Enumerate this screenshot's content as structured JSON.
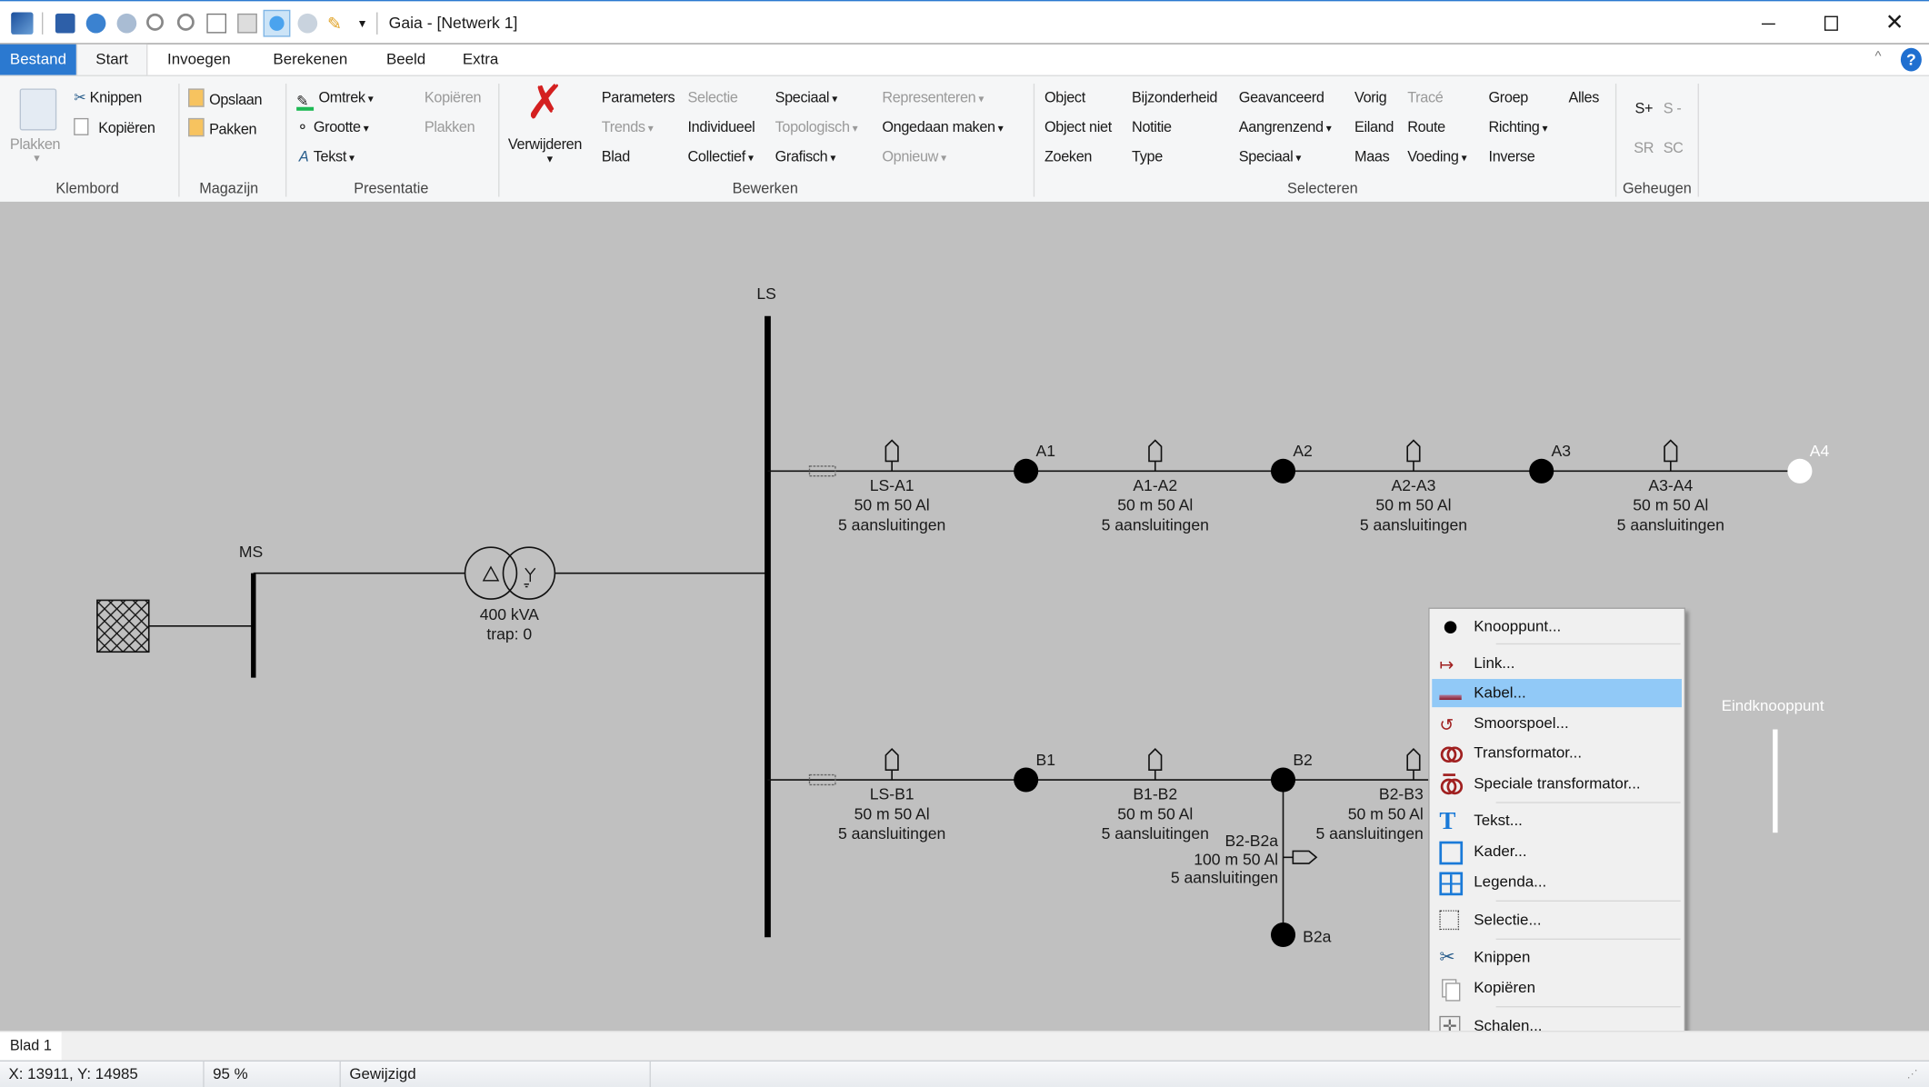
{
  "window": {
    "title": "Gaia - [Netwerk 1]"
  },
  "tabs": [
    {
      "label": "Bestand"
    },
    {
      "label": "Start",
      "selected": true
    },
    {
      "label": "Invoegen"
    },
    {
      "label": "Berekenen"
    },
    {
      "label": "Beeld"
    },
    {
      "label": "Extra"
    }
  ],
  "ribbon": {
    "klembord": {
      "label": "Klembord",
      "plakken": "Plakken",
      "knippen": "Knippen",
      "kopieren": "Kopiëren"
    },
    "magazijn": {
      "label": "Magazijn",
      "opslaan": "Opslaan",
      "pakken": "Pakken"
    },
    "presentatie": {
      "label": "Presentatie",
      "omtrek": "Omtrek",
      "grootte": "Grootte",
      "tekst": "Tekst",
      "kopieren": "Kopiëren",
      "plakken": "Plakken"
    },
    "bewerken": {
      "label": "Bewerken",
      "verwijderen": "Verwijderen",
      "parameters": "Parameters",
      "trends": "Trends",
      "blad": "Blad",
      "selectie": "Selectie",
      "individueel": "Individueel",
      "collectief": "Collectief",
      "speciaal": "Speciaal",
      "topologisch": "Topologisch",
      "grafisch": "Grafisch",
      "representeren": "Representeren",
      "ongedaan": "Ongedaan maken",
      "opnieuw": "Opnieuw"
    },
    "selecteren": {
      "label": "Selecteren",
      "object": "Object",
      "object_niet": "Object niet",
      "zoeken": "Zoeken",
      "bijzonderheid": "Bijzonderheid",
      "notitie": "Notitie",
      "type": "Type",
      "geavanceerd": "Geavanceerd",
      "aangrenzend": "Aangrenzend",
      "speciaal": "Speciaal",
      "vorig": "Vorig",
      "eiland": "Eiland",
      "maas": "Maas",
      "trace": "Tracé",
      "route": "Route",
      "voeding": "Voeding",
      "groep": "Groep",
      "richting": "Richting",
      "inverse": "Inverse",
      "alles": "Alles"
    },
    "geheugen": {
      "label": "Geheugen",
      "s_plus": "S+",
      "s_min": "S -",
      "sr": "SR",
      "sc": "SC"
    }
  },
  "diagram": {
    "ls": "LS",
    "ms": "MS",
    "transformer": {
      "power": "400 kVA",
      "tap": "trap: 0"
    },
    "nodes": {
      "a1": "A1",
      "a2": "A2",
      "a3": "A3",
      "a4": "A4",
      "b1": "B1",
      "b2": "B2",
      "b2a": "B2a"
    },
    "cables": [
      {
        "name": "LS-A1",
        "spec": "50 m 50 Al",
        "conn": "5 aansluitingen"
      },
      {
        "name": "A1-A2",
        "spec": "50 m 50 Al",
        "conn": "5 aansluitingen"
      },
      {
        "name": "A2-A3",
        "spec": "50 m 50 Al",
        "conn": "5 aansluitingen"
      },
      {
        "name": "A3-A4",
        "spec": "50 m 50 Al",
        "conn": "5 aansluitingen"
      },
      {
        "name": "LS-B1",
        "spec": "50 m 50 Al",
        "conn": "5 aansluitingen"
      },
      {
        "name": "B1-B2",
        "spec": "50 m 50 Al",
        "conn": "5 aansluitingen"
      },
      {
        "name": "B2-B3",
        "spec": "50 m 50 Al",
        "conn": "5 aansluitingen"
      },
      {
        "name": "B2-B2a",
        "spec": "100 m 50 Al",
        "conn": "5 aansluitingen"
      }
    ],
    "hint": "Eindknooppunt"
  },
  "context_menu": [
    {
      "label": "Knooppunt...",
      "icon": "node-icon"
    },
    {
      "label": "Link...",
      "icon": "link-icon"
    },
    {
      "label": "Kabel...",
      "icon": "cable-icon",
      "highlighted": true
    },
    {
      "label": "Smoorspoel...",
      "icon": "reactor-icon"
    },
    {
      "label": "Transformator...",
      "icon": "transformer-icon"
    },
    {
      "label": "Speciale transformator...",
      "icon": "special-transformer-icon"
    },
    {
      "label": "Tekst...",
      "icon": "text-icon"
    },
    {
      "label": "Kader...",
      "icon": "frame-icon"
    },
    {
      "label": "Legenda...",
      "icon": "legend-icon"
    },
    {
      "label": "Selectie...",
      "icon": "selection-icon"
    },
    {
      "label": "Knippen",
      "icon": "scissors-icon"
    },
    {
      "label": "Kopiëren",
      "icon": "copy-icon"
    },
    {
      "label": "Schalen...",
      "icon": "scale-icon"
    }
  ],
  "sheet_tab": "Blad 1",
  "status": {
    "coords": "X: 13911, Y: 14985",
    "zoom": "95 %",
    "state": "Gewijzigd"
  },
  "colors": {
    "accent": "#2b79d0",
    "canvas": "#c0c0c0",
    "menu_highlight": "#91c9f7"
  }
}
